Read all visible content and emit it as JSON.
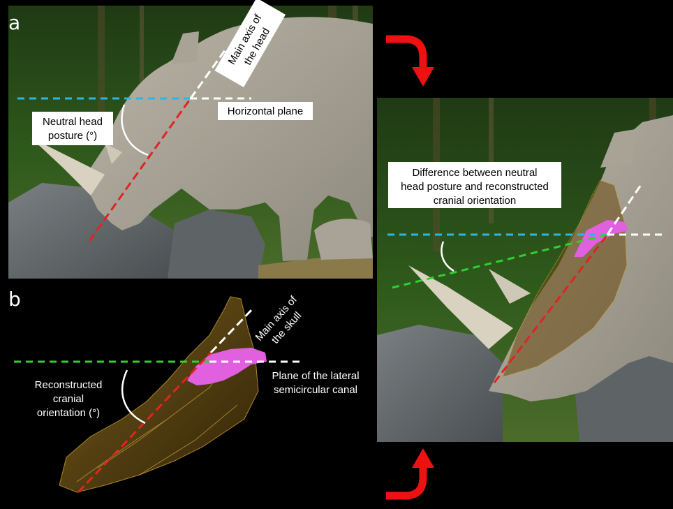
{
  "figure": {
    "panel_a": {
      "letter": "a",
      "labels": {
        "main_axis_head_line1": "Main axis of",
        "main_axis_head_line2": "the head",
        "horizontal_plane": "Horizontal plane",
        "neutral_line1": "Neutral head",
        "neutral_line2": "posture (°)"
      }
    },
    "panel_b": {
      "letter": "b",
      "labels": {
        "main_axis_skull_line1": "Main axis of",
        "main_axis_skull_line2": "the skull",
        "lsc_line1": "Plane of the lateral",
        "lsc_line2": "semicircular canal",
        "recon_line1": "Reconstructed",
        "recon_line2": "cranial",
        "recon_line3": "orientation (°)"
      }
    },
    "panel_c": {
      "labels": {
        "difference_line1": "Difference between neutral",
        "difference_line2": "head posture and reconstructed",
        "difference_line3": "cranial orientation"
      }
    },
    "colors": {
      "horizontal_plane_line": "#2bb6e8",
      "head_axis_line": "#e02424",
      "lsc_plane_line": "#2fd12f",
      "reference_line": "#ffffff",
      "semicircular_canal": "#e060e0",
      "skull_fill": "#c8a030",
      "arrow": "#ee1111",
      "background": "#000000"
    },
    "icons": {
      "top_arrow": "curved-arrow-down-icon",
      "bottom_arrow": "curved-arrow-up-icon"
    }
  }
}
